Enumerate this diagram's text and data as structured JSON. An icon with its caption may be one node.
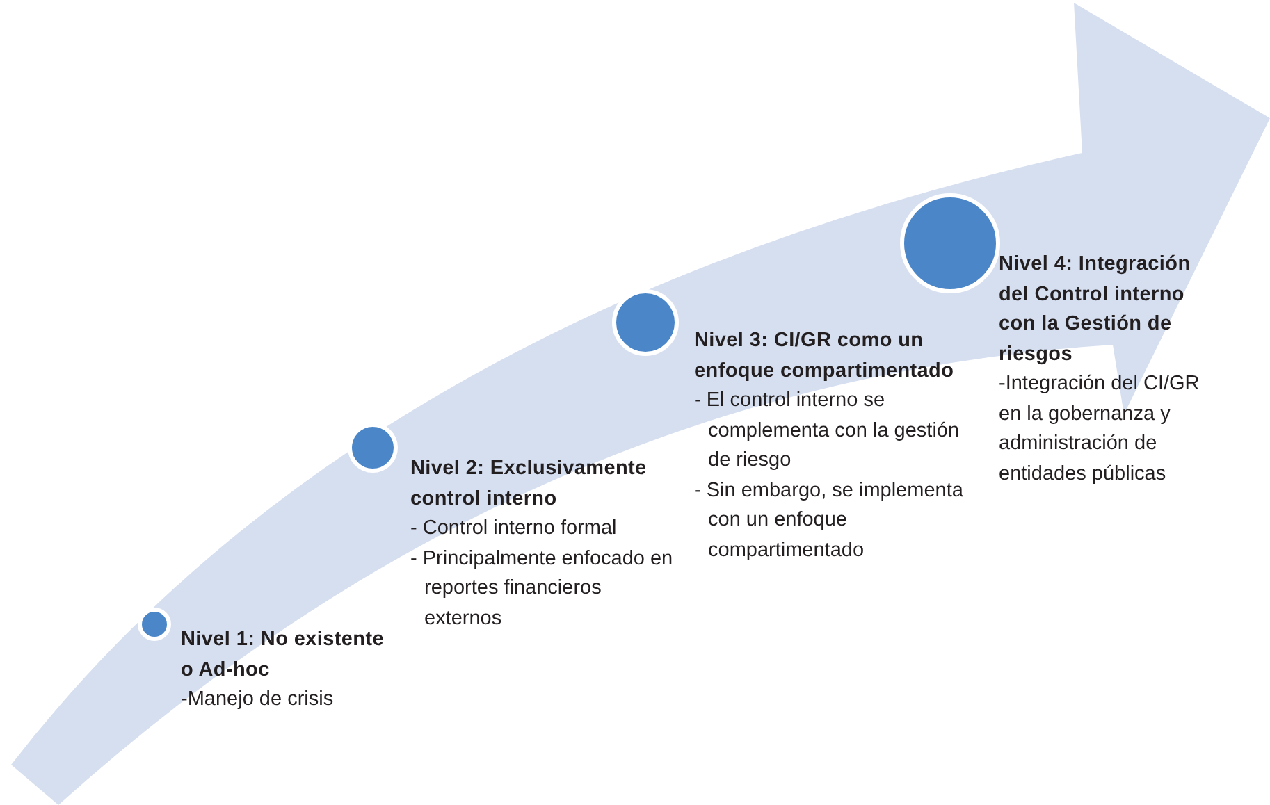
{
  "diagram": {
    "nodes": [
      {
        "text": [
          "Nivel 1: No existente o Ad-hoc",
          "-Manejo de crisis"
        ]
      },
      {
        "text": [
          "Nivel 2: Exclusivamente control interno",
          "- Control interno formal",
          "- Principalmente enfocado en reportes financieros externos"
        ]
      },
      {
        "text": [
          "Nivel 3: CI/GR como un enfoque compartimentado",
          "- El control interno se complementa con la gestión de riesgo",
          "- Sin embargo, se implementa con un enfoque compartimentado"
        ]
      },
      {
        "text": [
          "Nivel 4: Integración del Control interno con la Gestión de riesgos",
          "-Integración del CI/GR en la gobernanza y administración de entidades públicas"
        ]
      }
    ]
  }
}
